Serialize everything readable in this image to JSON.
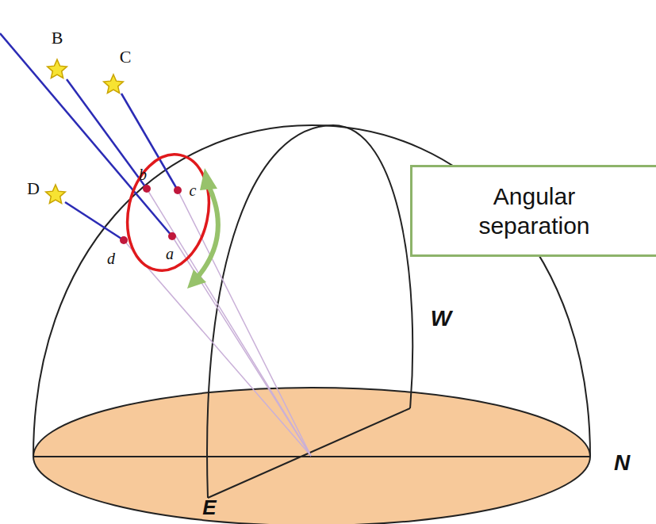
{
  "diagram": {
    "nodes": [
      {
        "text": [
          "Angular separation"
        ]
      }
    ],
    "labels": [
      "B",
      "C",
      "D",
      "b",
      "c",
      "a",
      "d",
      "W",
      "N",
      "E"
    ]
  }
}
